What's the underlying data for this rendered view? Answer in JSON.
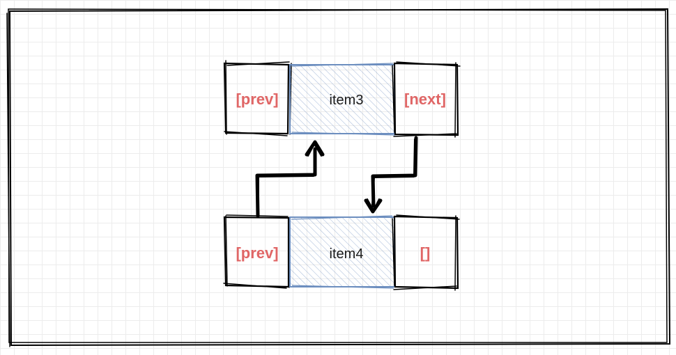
{
  "colors": {
    "pointer_text": "#e06666",
    "item_text": "#1a1a1a",
    "item_fill": "#6c8ebf",
    "item_border": "#6c8ebf",
    "stroke": "#000000"
  },
  "nodes": [
    {
      "prev": "[prev]",
      "item": "item3",
      "next": "[next]"
    },
    {
      "prev": "[prev]",
      "item": "item4",
      "next": "[]"
    }
  ]
}
